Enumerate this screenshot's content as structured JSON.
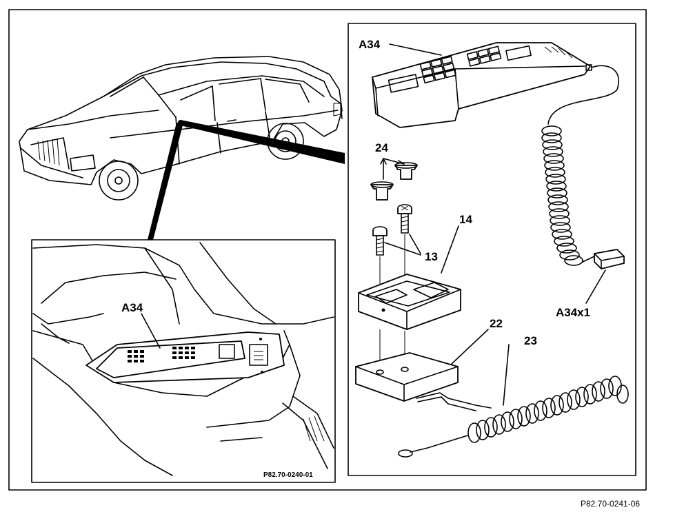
{
  "callouts": {
    "phone_top": "A34",
    "phone_inset": "A34",
    "caps": "24",
    "screws": "13",
    "bracket": "14",
    "base_plate": "22",
    "cable": "23",
    "connector": "A34x1"
  },
  "inset_ref": "P82.70-0240-01",
  "figure_ref": "P82.70-0241-06"
}
